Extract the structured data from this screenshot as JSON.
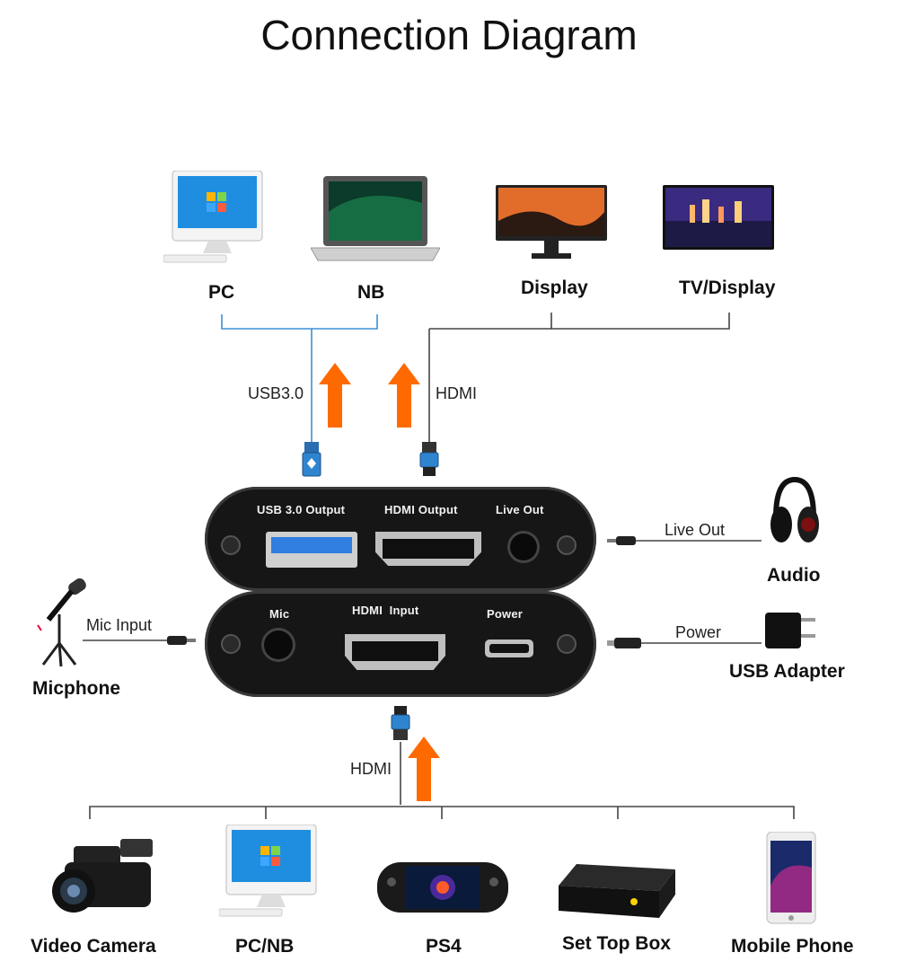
{
  "title": "Connection Diagram",
  "outputs": {
    "devices": [
      {
        "label": "PC",
        "icon": "pc-monitor-icon"
      },
      {
        "label": "NB",
        "icon": "laptop-icon"
      },
      {
        "label": "Display",
        "icon": "display-monitor-icon"
      },
      {
        "label": "TV/Display",
        "icon": "tv-icon"
      }
    ],
    "usb_label": "USB3.0",
    "hdmi_label": "HDMI"
  },
  "capture_device": {
    "top_ports": [
      "USB 3.0 Output",
      "HDMI Output",
      "Live Out"
    ],
    "bottom_ports": [
      "Mic",
      "HDMI  Input",
      "Power"
    ]
  },
  "left_side": {
    "cable_label": "Mic Input",
    "device_label": "Micphone",
    "icon": "microphone-icon"
  },
  "right_side": {
    "audio": {
      "cable_label": "Live Out",
      "device_label": "Audio",
      "icon": "headphones-icon"
    },
    "power": {
      "cable_label": "Power",
      "device_label": "USB Adapter",
      "icon": "usb-adapter-icon"
    }
  },
  "inputs": {
    "hdmi_label": "HDMI",
    "devices": [
      {
        "label": "Video Camera",
        "icon": "video-camera-icon"
      },
      {
        "label": "PC/NB",
        "icon": "pc-monitor-icon"
      },
      {
        "label": "PS4",
        "icon": "handheld-console-icon"
      },
      {
        "label": "Set Top Box",
        "icon": "set-top-box-icon"
      },
      {
        "label": "Mobile Phone",
        "icon": "mobile-phone-icon"
      }
    ]
  },
  "colors": {
    "arrow": "#ff6a00",
    "usb_line": "#3b8fd6",
    "line": "#444444",
    "device_body": "#1a1a1a"
  }
}
